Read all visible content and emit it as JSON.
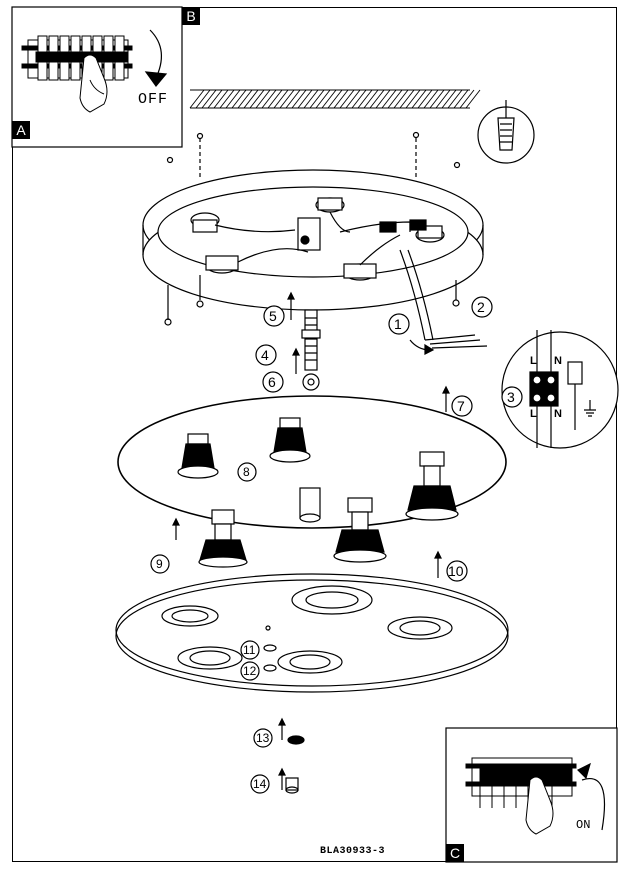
{
  "panels": {
    "a_label": "A",
    "b_label": "B",
    "c_label": "C",
    "off_label": "OFF",
    "on_label": "ON"
  },
  "terminal": {
    "l_top": "L",
    "n_top": "N",
    "l_bottom": "L",
    "n_bottom": "N"
  },
  "steps": [
    "1",
    "2",
    "3",
    "4",
    "5",
    "6",
    "7",
    "8",
    "9",
    "10",
    "11",
    "12",
    "13",
    "14"
  ],
  "model_code": "BLA30933-3"
}
